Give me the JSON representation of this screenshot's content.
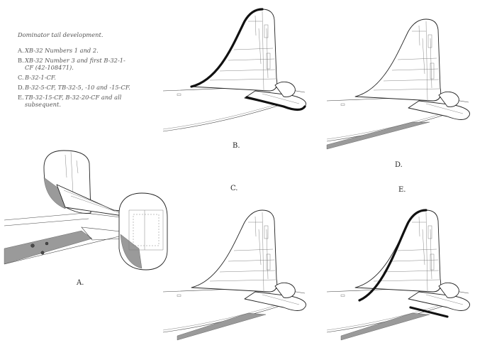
{
  "legend": {
    "title": "Dominator tail development.",
    "items": [
      {
        "letter": "A.",
        "text": "XB-32 Numbers 1 and 2."
      },
      {
        "letter": "B.",
        "text": "XB-32 Number 3 and first B-32-1-CF (42-108471)."
      },
      {
        "letter": "C.",
        "text": "B-32-1-CF."
      },
      {
        "letter": "D.",
        "text": "B-32-5-CF, TB-32-5, -10 and -15-CF."
      },
      {
        "letter": "E.",
        "text": "TB-32-15-CF, B-32-20-CF and all subsequent."
      }
    ]
  },
  "labels": {
    "a": "A.",
    "b": "B.",
    "c": "C.",
    "d": "D.",
    "e": "E."
  }
}
